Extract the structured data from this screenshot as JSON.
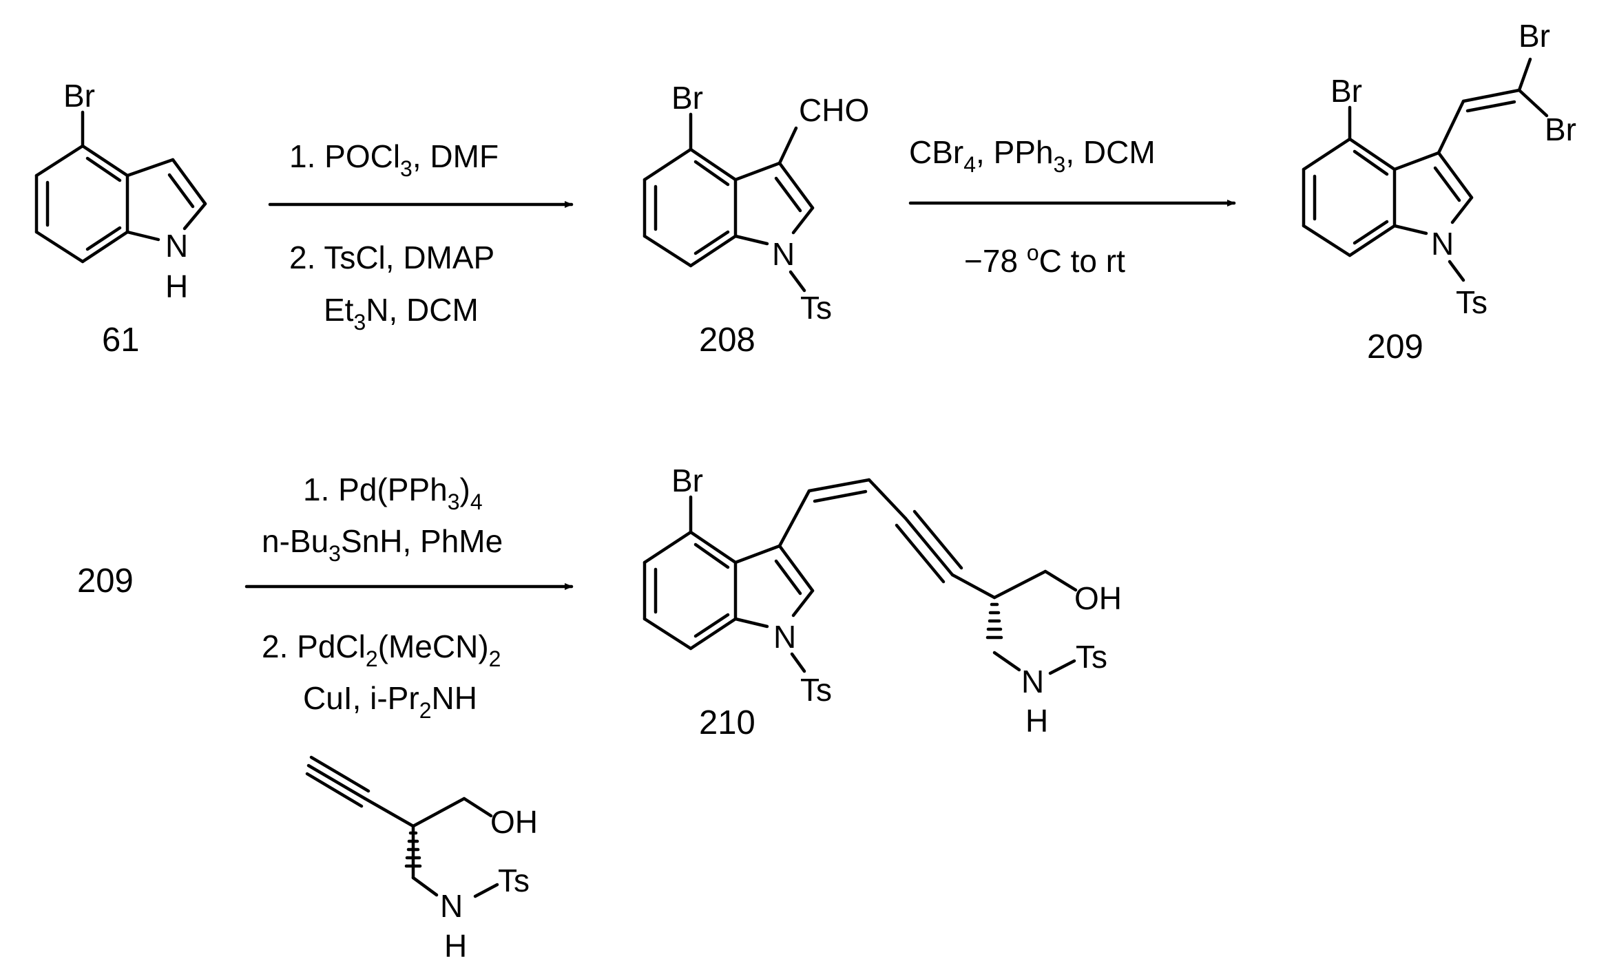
{
  "compounds": {
    "c61": {
      "number": "61",
      "Br": "Br",
      "N": "N",
      "H": "H"
    },
    "c208": {
      "number": "208",
      "Br": "Br",
      "CHO": "CHO",
      "N": "N",
      "Ts": "Ts"
    },
    "c209": {
      "number": "209",
      "Br": "Br",
      "Br_a": "Br",
      "Br_b": "Br",
      "N": "N",
      "Ts": "Ts"
    },
    "c209_start": {
      "number": "209"
    },
    "c210": {
      "number": "210",
      "Br": "Br",
      "N": "N",
      "Ts": "Ts",
      "OH": "OH",
      "NH_N": "N",
      "NH_H": "H",
      "NH_Ts": "Ts"
    },
    "reagent_alkyne": {
      "OH": "OH",
      "N": "N",
      "H": "H",
      "Ts": "Ts"
    }
  },
  "arrows": {
    "step1": {
      "above": [
        "1. POCl",
        "3",
        ", DMF"
      ],
      "below_1": [
        "2. TsCl,  DMAP"
      ],
      "below_2": [
        "Et",
        "3",
        "N, DCM"
      ]
    },
    "step2": {
      "above": [
        "CBr",
        "4",
        ", PPh",
        "3",
        ", DCM"
      ],
      "below": [
        "−78 ",
        "o",
        "C to rt"
      ]
    },
    "step3": {
      "above_1": [
        "1. Pd(PPh",
        "3",
        ")",
        "4"
      ],
      "above_2": [
        "n-Bu",
        "3",
        "SnH, PhMe"
      ],
      "below_1": [
        "2. PdCl",
        "2",
        "(MeCN)",
        "2"
      ],
      "below_2": [
        "CuI, i-Pr",
        "2",
        "NH"
      ]
    }
  },
  "colors": {
    "ink": "#000000",
    "background": "#ffffff"
  }
}
